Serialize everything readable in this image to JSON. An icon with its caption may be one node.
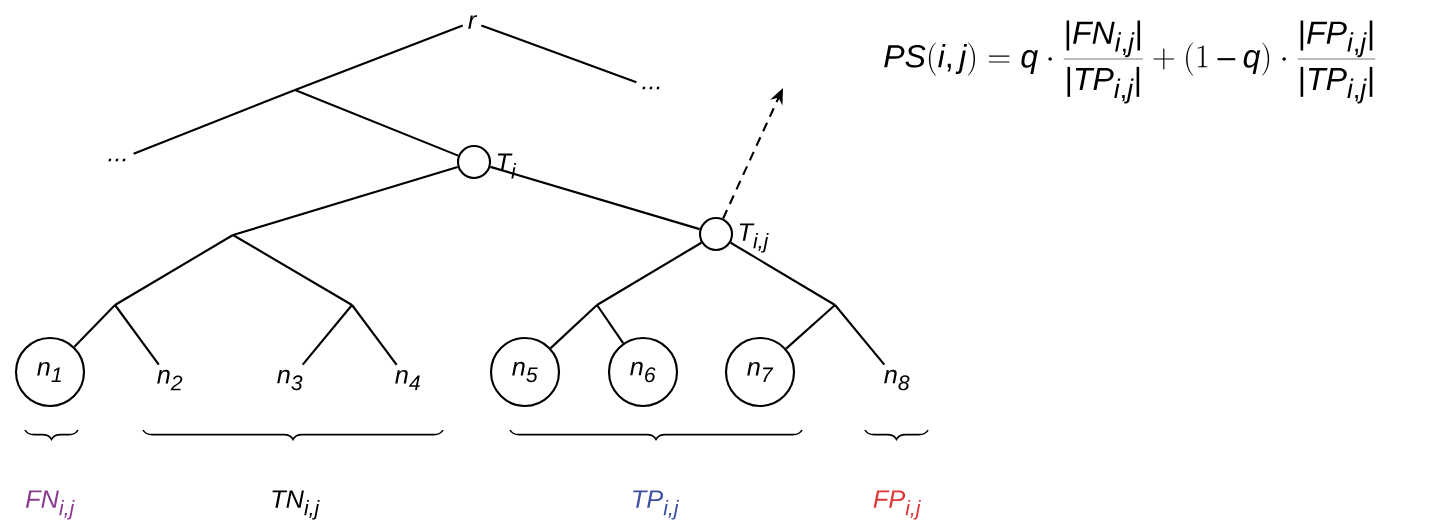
{
  "diagram": {
    "nodes": [
      {
        "text": [
          "r"
        ]
      },
      {
        "text": [
          "..."
        ]
      },
      {
        "text": [
          "..."
        ]
      },
      {
        "text": [],
        "shape": "circle",
        "beside": [
          "T$_{i}$"
        ]
      },
      {
        "text": [],
        "shape": "circle",
        "beside": [
          "T$_{i,j}$"
        ]
      },
      {
        "text": [
          "n$_{1}$"
        ]
      },
      {
        "text": [
          "n$_{2}$"
        ]
      },
      {
        "text": [
          "n$_{3}$"
        ]
      },
      {
        "text": [
          "n$_{4}$"
        ]
      },
      {
        "text": [
          "n$_{5}$"
        ]
      },
      {
        "text": [
          "n$_{6}$"
        ]
      },
      {
        "text": [
          "n$_{7}$"
        ]
      },
      {
        "text": [
          "n$_{8}$"
        ]
      }
    ],
    "edges": [
      {
        "from": 0,
        "to": 1,
        "arrow": "none"
      },
      {
        "from": 0,
        "to": 3,
        "arrow": "none"
      },
      {
        "from": 0,
        "to": 2,
        "arrow": "none"
      },
      {
        "from": 3,
        "to": 4,
        "arrow": "none"
      },
      {
        "from": 3,
        "to": 5,
        "arrow": "none"
      },
      {
        "from": 3,
        "to": 6,
        "arrow": "none"
      },
      {
        "from": 3,
        "to": 7,
        "arrow": "none"
      },
      {
        "from": 3,
        "to": 8,
        "arrow": "none"
      },
      {
        "from": 4,
        "to": 9,
        "arrow": "none"
      },
      {
        "from": 4,
        "to": 10,
        "arrow": "none"
      },
      {
        "from": 4,
        "to": 11,
        "arrow": "none"
      },
      {
        "from": 4,
        "to": 12,
        "arrow": "none"
      },
      {
        "from": 4,
        "to": null,
        "arrow": "to",
        "style": "dashed"
      }
    ],
    "labels": [
      "PS(i,j) = q\\cdot\\frac{|FN_{i,j}|}{|TP_{i,j}|} + (1-q)\\cdot\\frac{|FP_{i,j}|}{|TP_{i,j}|}",
      "FN$_{i,j}$",
      "TN$_{i,j}$",
      "TP$_{i,j}$",
      "FP$_{i,j}$"
    ]
  }
}
